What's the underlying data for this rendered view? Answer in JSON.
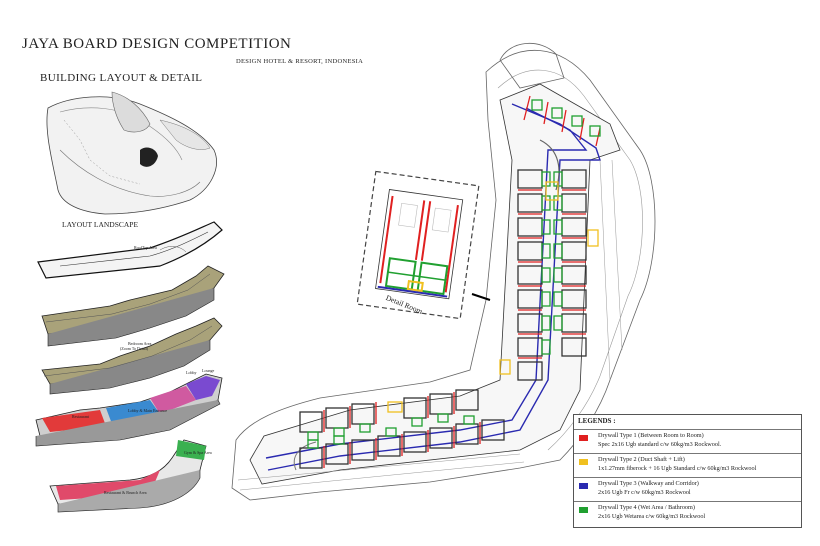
{
  "header": {
    "title": "JAYA BOARD DESIGN COMPETITION",
    "subtitle": "DESIGN HOTEL & RESORT, INDONESIA",
    "section_title": "BUILDING LAYOUT & DETAIL"
  },
  "left_panel": {
    "landscape_label": "LAYOUT LANDSCAPE",
    "rooftop_label": "RoofTop Area",
    "bedroom_label_1": "Bedroom Area",
    "bedroom_label_2": "(Zoom To Detail)",
    "lobby_label": "Lobby",
    "lounge_label": "Lounge",
    "restaurant_top_label": "Restaurant",
    "ballroom_label": "Lobby & Main Entrance",
    "gym_label": "Gym & Spa Area",
    "restaurant_label": "Restaurant & Brunch Area"
  },
  "detail": {
    "label": "Detail Room"
  },
  "legend": {
    "title": "LEGENDS :",
    "items": [
      {
        "color": "#e02020",
        "line1": "Drywall Type 1 (Between Room to Room)",
        "line2": "Spec 2x16 Ugb standard c/w 60kg/m3 Rockwool."
      },
      {
        "color": "#f0c020",
        "line1": "Drywall Type 2 (Duct Shaft + Lift)",
        "line2": "1x1.27mm fiberock + 16 Ugb Standard c/w 60kg/m3 Rockwool"
      },
      {
        "color": "#2a2ab0",
        "line1": "Drywall Type 3 (Walkway and Corridor)",
        "line2": "2x16 Ugb Fr c/w 60kg/m3 Rockwool"
      },
      {
        "color": "#20a030",
        "line1": "Drywall Type 4 (Wet Area / Bathroom)",
        "line2": "2x16 Ugb Wetarea c/w 60kg/m3 Rockwool"
      }
    ]
  }
}
